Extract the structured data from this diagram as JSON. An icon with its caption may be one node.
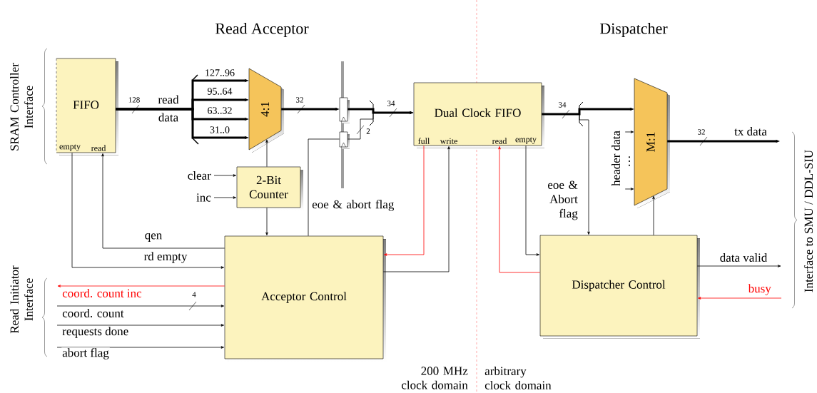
{
  "diagram": {
    "nodes": [
      {
        "text": [
          "FIFO",
          "empty",
          "read"
        ]
      },
      {
        "text": [
          "4:1"
        ]
      },
      {
        "text": [
          "2-Bit Counter"
        ]
      },
      {
        "text": [],
        "shape": "box"
      },
      {
        "text": [],
        "shape": "box"
      },
      {
        "text": [
          "Dual Clock FIFO",
          "full",
          "write",
          "read",
          "empty"
        ]
      },
      {
        "text": [
          "M:1"
        ]
      },
      {
        "text": [
          "Acceptor Control"
        ]
      },
      {
        "text": [
          "Dispatcher Control"
        ]
      },
      {
        "text": [
          "header data",
          "…"
        ]
      }
    ],
    "edges": [
      {
        "from": 0,
        "to": 1,
        "arrow": "to",
        "label": "127..96",
        "style": "thick"
      },
      {
        "from": 0,
        "to": 1,
        "arrow": "to",
        "label": "95..64",
        "style": "thick"
      },
      {
        "from": 0,
        "to": 1,
        "arrow": "to",
        "label": "63..32",
        "style": "thick"
      },
      {
        "from": 0,
        "to": 1,
        "arrow": "to",
        "label": "31..0",
        "style": "thick"
      },
      {
        "from": 1,
        "to": 3,
        "arrow": "to",
        "style": "thick"
      },
      {
        "from": 3,
        "to": 5,
        "arrow": "to",
        "style": "thick"
      },
      {
        "from": 4,
        "to": 5,
        "arrow": "to"
      },
      {
        "from": 7,
        "to": 4,
        "arrow": "none",
        "label": "eoe & abort flag"
      },
      {
        "from": 2,
        "to": 1,
        "arrow": "to"
      },
      {
        "from": 2,
        "to": 7,
        "arrow": "to"
      },
      {
        "from": null,
        "to": 2,
        "arrow": "to",
        "label": "clear"
      },
      {
        "from": null,
        "to": 2,
        "arrow": "to",
        "label": "inc"
      },
      {
        "from": 0,
        "to": 7,
        "arrow": "to",
        "label": "rd empty"
      },
      {
        "from": 7,
        "to": 0,
        "arrow": "to",
        "label": "qen"
      },
      {
        "from": 5,
        "to": 7,
        "arrow": "to",
        "color": "#ff0000"
      },
      {
        "from": 7,
        "to": 5,
        "arrow": "to"
      },
      {
        "from": 8,
        "to": 5,
        "arrow": "to",
        "color": "#ff0000"
      },
      {
        "from": 5,
        "to": 8,
        "arrow": "to"
      },
      {
        "from": 5,
        "to": 6,
        "arrow": "to",
        "style": "thick"
      },
      {
        "from": 5,
        "to": 8,
        "arrow": "to",
        "label": "eoe & Abort flag"
      },
      {
        "from": 9,
        "to": 6,
        "arrow": "to"
      },
      {
        "from": 9,
        "to": 6,
        "arrow": "to"
      },
      {
        "from": 6,
        "to": null,
        "arrow": "to",
        "label": "tx data",
        "style": "thick"
      },
      {
        "from": 8,
        "to": 6,
        "arrow": "to"
      },
      {
        "from": 7,
        "to": null,
        "arrow": "to",
        "label": "coord. count inc",
        "color": "#ff0000"
      },
      {
        "from": null,
        "to": 7,
        "arrow": "to",
        "label": "coord. count"
      },
      {
        "from": null,
        "to": 7,
        "arrow": "to",
        "label": "requests done"
      },
      {
        "from": null,
        "to": 7,
        "arrow": "to",
        "label": "abort flag"
      },
      {
        "from": 8,
        "to": null,
        "arrow": "to",
        "label": "data valid"
      },
      {
        "from": null,
        "to": 8,
        "arrow": "to",
        "label": "busy",
        "color": "#ff0000"
      }
    ],
    "labels": [
      "Read Acceptor",
      "Dispatcher",
      "SRAM Controller Interface",
      "128",
      "read data",
      "32",
      "34",
      "2",
      "34",
      "32",
      "Interface to SMU / DDL-SIU",
      "Read Initiator Interface",
      "4",
      "200 MHz clock domain",
      "arbitrary clock domain"
    ]
  }
}
